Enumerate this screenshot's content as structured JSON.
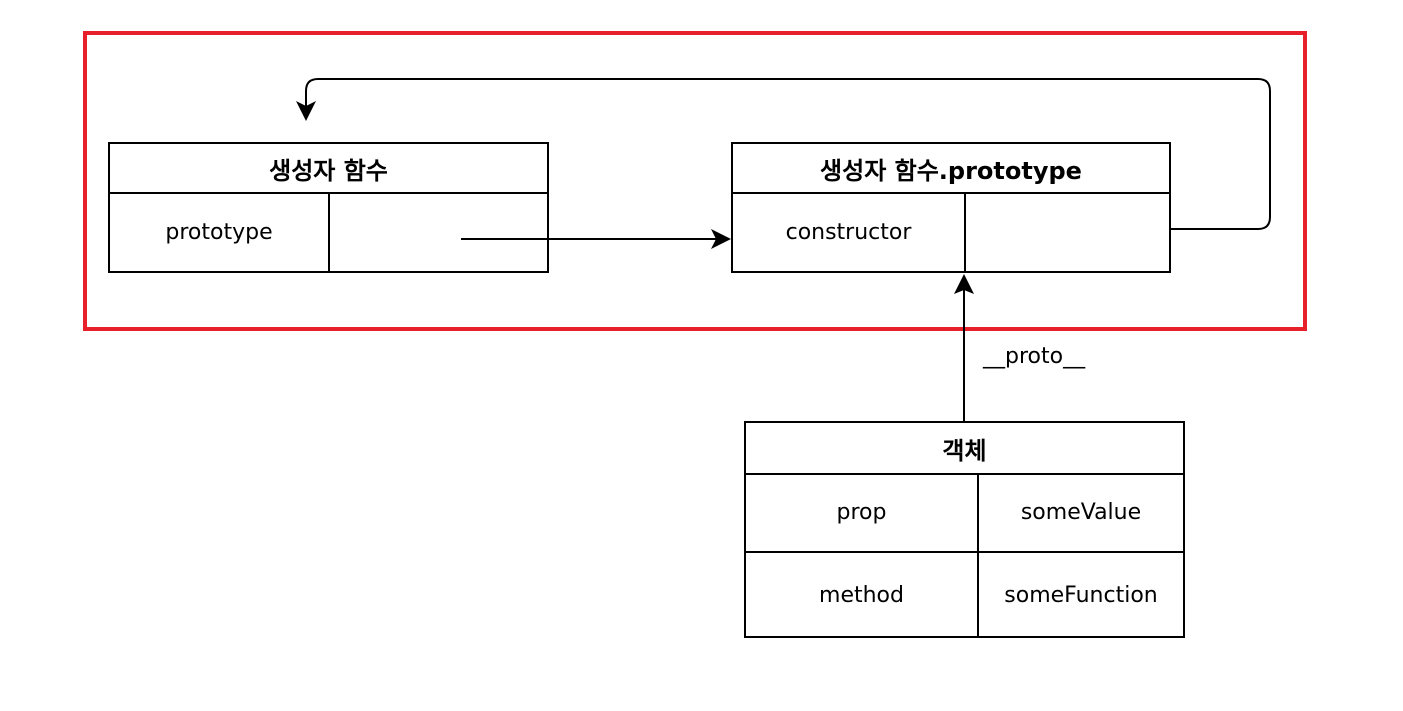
{
  "colors": {
    "highlight": "#e8202a",
    "stroke": "#000000",
    "background": "#ffffff"
  },
  "constructor_fn": {
    "title": "생성자 함수",
    "prop_key": "prototype",
    "prop_value": ""
  },
  "prototype_obj": {
    "title": "생성자 함수.prototype",
    "prop_key": "constructor",
    "prop_value": ""
  },
  "instance_obj": {
    "title": "객체",
    "rows": [
      {
        "key": "prop",
        "value": "someValue"
      },
      {
        "key": "method",
        "value": "someFunction"
      }
    ]
  },
  "edges": {
    "proto_label": "__proto__"
  }
}
